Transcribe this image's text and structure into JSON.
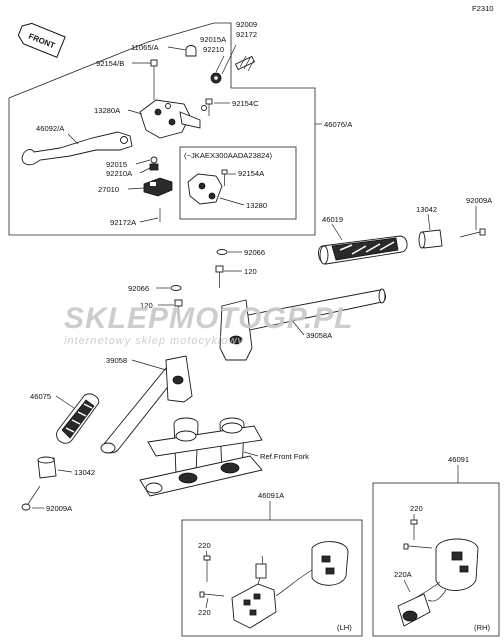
{
  "diagram_code": "F2310",
  "front_tag": "FRONT",
  "watermark": {
    "brand": "SKLEPMOTOGP.PL",
    "subtitle": "internetowy sklep motocyklowy"
  },
  "reference_note": "Ref.Front Fork",
  "brake_lever_assembly": {
    "ref": "46076/A",
    "sub_box_note": "(~JKAEX300AADA23824)",
    "labels": [
      "92009",
      "92172",
      "11065/A",
      "92015A",
      "92210",
      "92154/B",
      "13280A",
      "92154C",
      "46092/A",
      "92015",
      "92210A",
      "27010",
      "92172A",
      "92154A",
      "13280"
    ]
  },
  "handlebar_labels": [
    "46019",
    "13042",
    "92009A",
    "92066",
    "120",
    "39058A",
    "39058",
    "46075",
    "13042",
    "92009A"
  ],
  "switch_lh": {
    "ref": "46091A",
    "labels": [
      "220",
      "220"
    ],
    "side": "(LH)"
  },
  "switch_rh": {
    "ref": "46091",
    "labels": [
      "220",
      "220A"
    ],
    "side": "(RH)"
  },
  "colors": {
    "line": "#222222",
    "watermark": "#c8c8c8",
    "watermark_accent": "#e06060"
  }
}
